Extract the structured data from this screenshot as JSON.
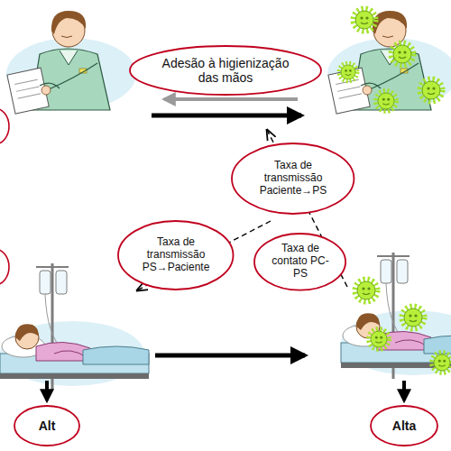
{
  "diagram": {
    "nodes": [
      {
        "text": [
          "Adesão à higienização das mãos"
        ]
      },
      {
        "text": [
          "Taxa de transmissão Paciente→PS"
        ]
      },
      {
        "text": [
          "Taxa de transmissão PS→Paciente"
        ]
      },
      {
        "text": [
          "Taxa de contato PC-PS"
        ]
      },
      {
        "text": [
          "Alt"
        ]
      },
      {
        "text": [
          "Alta"
        ]
      }
    ]
  }
}
